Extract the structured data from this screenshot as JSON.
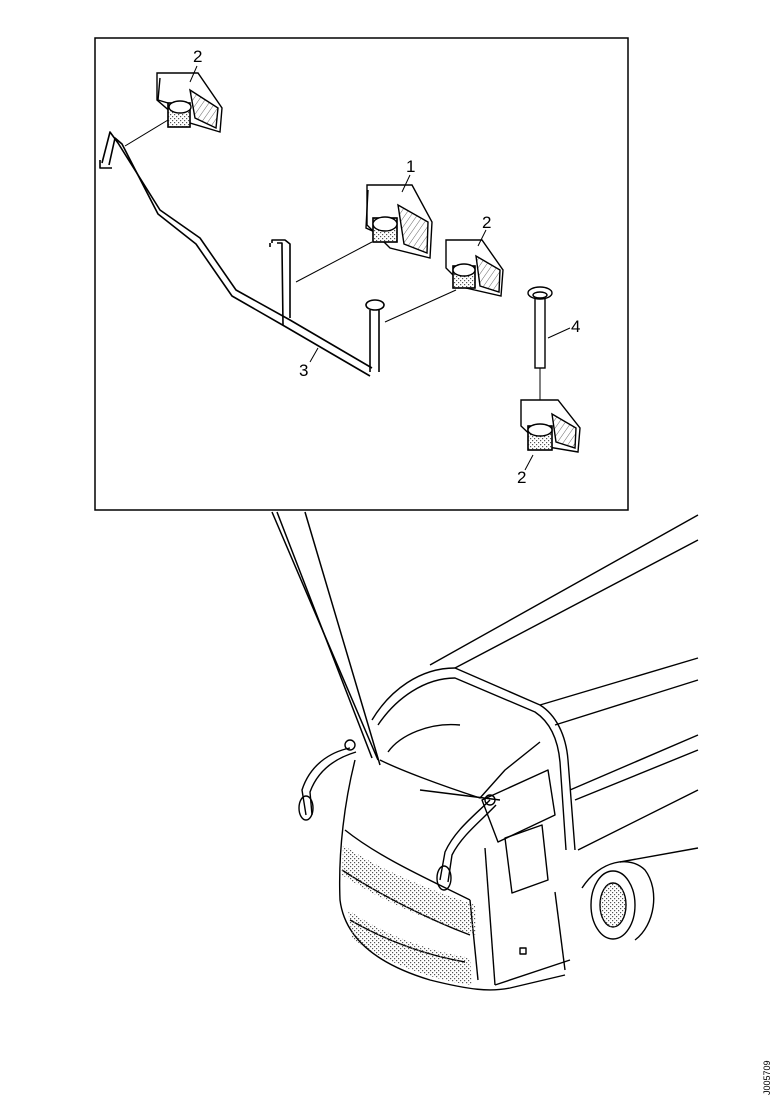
{
  "callouts": {
    "part_1": "1",
    "part_2_top": "2",
    "part_2_mid": "2",
    "part_2_bottom": "2",
    "part_3": "3",
    "part_4": "4"
  },
  "parts": [
    {
      "number": "1",
      "icon": "mirror-bracket-icon"
    },
    {
      "number": "2",
      "icon": "mount-clamp-icon"
    },
    {
      "number": "3",
      "icon": "mirror-arm-tube-icon"
    },
    {
      "number": "4",
      "icon": "bolt-pin-icon"
    }
  ],
  "reference_code": "J005709",
  "colors": {
    "line": "#000000",
    "background": "#ffffff",
    "hatch": "#777777"
  }
}
